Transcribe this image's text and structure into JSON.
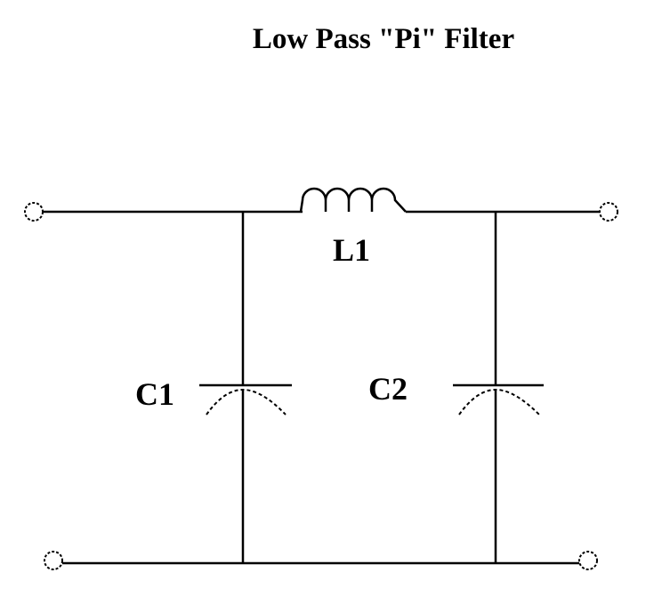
{
  "title": "Low Pass \"Pi\" Filter",
  "components": {
    "inductor": {
      "label": "L1",
      "type": "inductor",
      "turns": 4
    },
    "capacitor_1": {
      "label": "C1",
      "type": "capacitor"
    },
    "capacitor_2": {
      "label": "C2",
      "type": "capacitor"
    }
  },
  "terminals": [
    {
      "name": "input-top"
    },
    {
      "name": "output-top"
    },
    {
      "name": "input-bottom"
    },
    {
      "name": "output-bottom"
    }
  ],
  "colors": {
    "line": "#000000",
    "background": "#ffffff"
  }
}
